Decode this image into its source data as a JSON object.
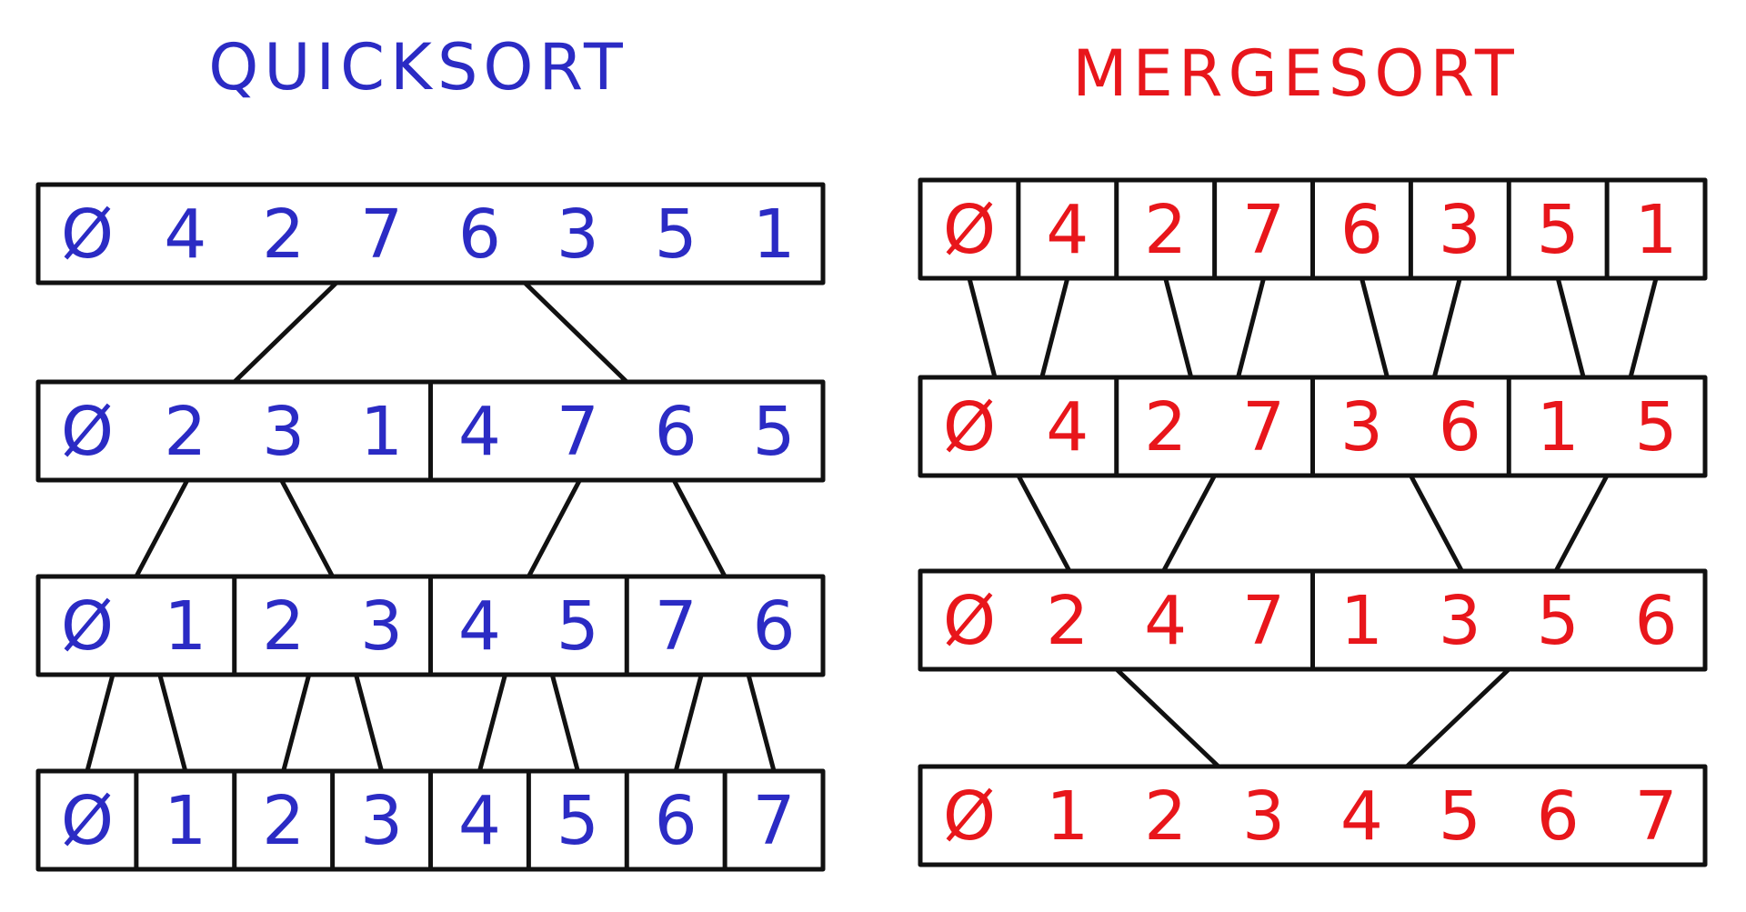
{
  "quicksort": {
    "title": "QUICKSORT",
    "color": "#2b2bc4",
    "levels": [
      {
        "groups": [
          [
            "Ø",
            "4",
            "2",
            "7",
            "6",
            "3",
            "5",
            "1"
          ]
        ]
      },
      {
        "groups": [
          [
            "Ø",
            "2",
            "3",
            "1"
          ],
          [
            "4",
            "7",
            "6",
            "5"
          ]
        ]
      },
      {
        "groups": [
          [
            "Ø",
            "1"
          ],
          [
            "2",
            "3"
          ],
          [
            "4",
            "5"
          ],
          [
            "7",
            "6"
          ]
        ]
      },
      {
        "groups": [
          [
            "Ø"
          ],
          [
            "1"
          ],
          [
            "2"
          ],
          [
            "3"
          ],
          [
            "4"
          ],
          [
            "5"
          ],
          [
            "6"
          ],
          [
            "7"
          ]
        ]
      }
    ]
  },
  "mergesort": {
    "title": "MERGESORT",
    "color": "#e8161b",
    "levels": [
      {
        "groups": [
          [
            "Ø"
          ],
          [
            "4"
          ],
          [
            "2"
          ],
          [
            "7"
          ],
          [
            "6"
          ],
          [
            "3"
          ],
          [
            "5"
          ],
          [
            "1"
          ]
        ]
      },
      {
        "groups": [
          [
            "Ø",
            "4"
          ],
          [
            "2",
            "7"
          ],
          [
            "3",
            "6"
          ],
          [
            "1",
            "5"
          ]
        ]
      },
      {
        "groups": [
          [
            "Ø",
            "2",
            "4",
            "7"
          ],
          [
            "1",
            "3",
            "5",
            "6"
          ]
        ]
      },
      {
        "groups": [
          [
            "Ø",
            "1",
            "2",
            "3",
            "4",
            "5",
            "6",
            "7"
          ]
        ]
      }
    ]
  }
}
